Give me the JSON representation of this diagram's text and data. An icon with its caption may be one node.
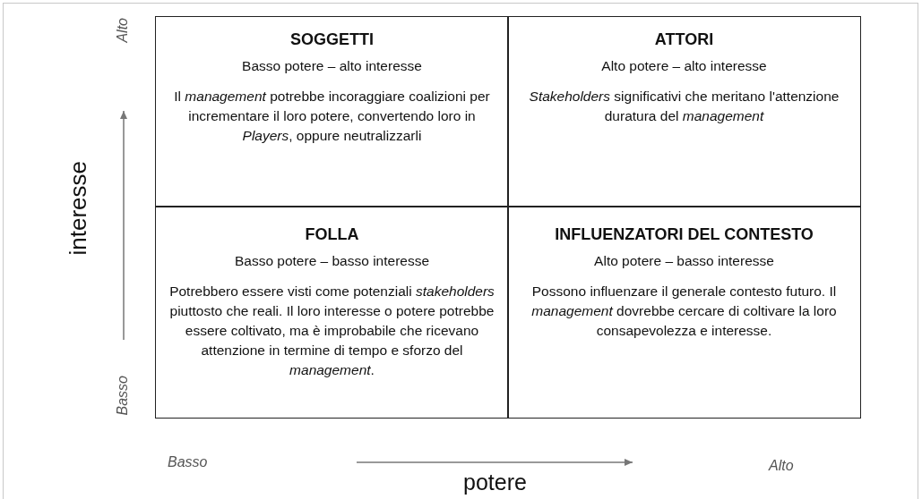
{
  "diagram": {
    "nodes": [
      {
        "text": [
          "SOGGETTI",
          "Basso potere – alto interesse",
          "Il *management* potrebbe incoraggiare coalizioni per incrementare il loro potere, convertendo loro in *Players*, oppure neutralizzarli"
        ]
      },
      {
        "text": [
          "ATTORI",
          "Alto potere – alto interesse",
          "*Stakeholders* significativi che meritano l'attenzione duratura del *management*"
        ]
      },
      {
        "text": [
          "FOLLA",
          "Basso potere – basso interesse",
          "Potrebbero essere visti come potenziali *stakeholders* piuttosto che reali. Il loro interesse o potere potrebbe essere coltivato, ma è improbabile che ricevano attenzione in termine di tempo e sforzo del *management*."
        ]
      },
      {
        "text": [
          "INFLUENZATORI DEL CONTESTO",
          "Alto potere – basso interesse",
          "Possono influenzare il generale contesto futuro. Il *management* dovrebbe cercare di coltivare la loro consapevolezza e interesse."
        ]
      }
    ],
    "edges": [],
    "labels": [
      "Alto",
      "interesse",
      "Basso",
      "Basso",
      "Alto",
      "potere"
    ]
  }
}
